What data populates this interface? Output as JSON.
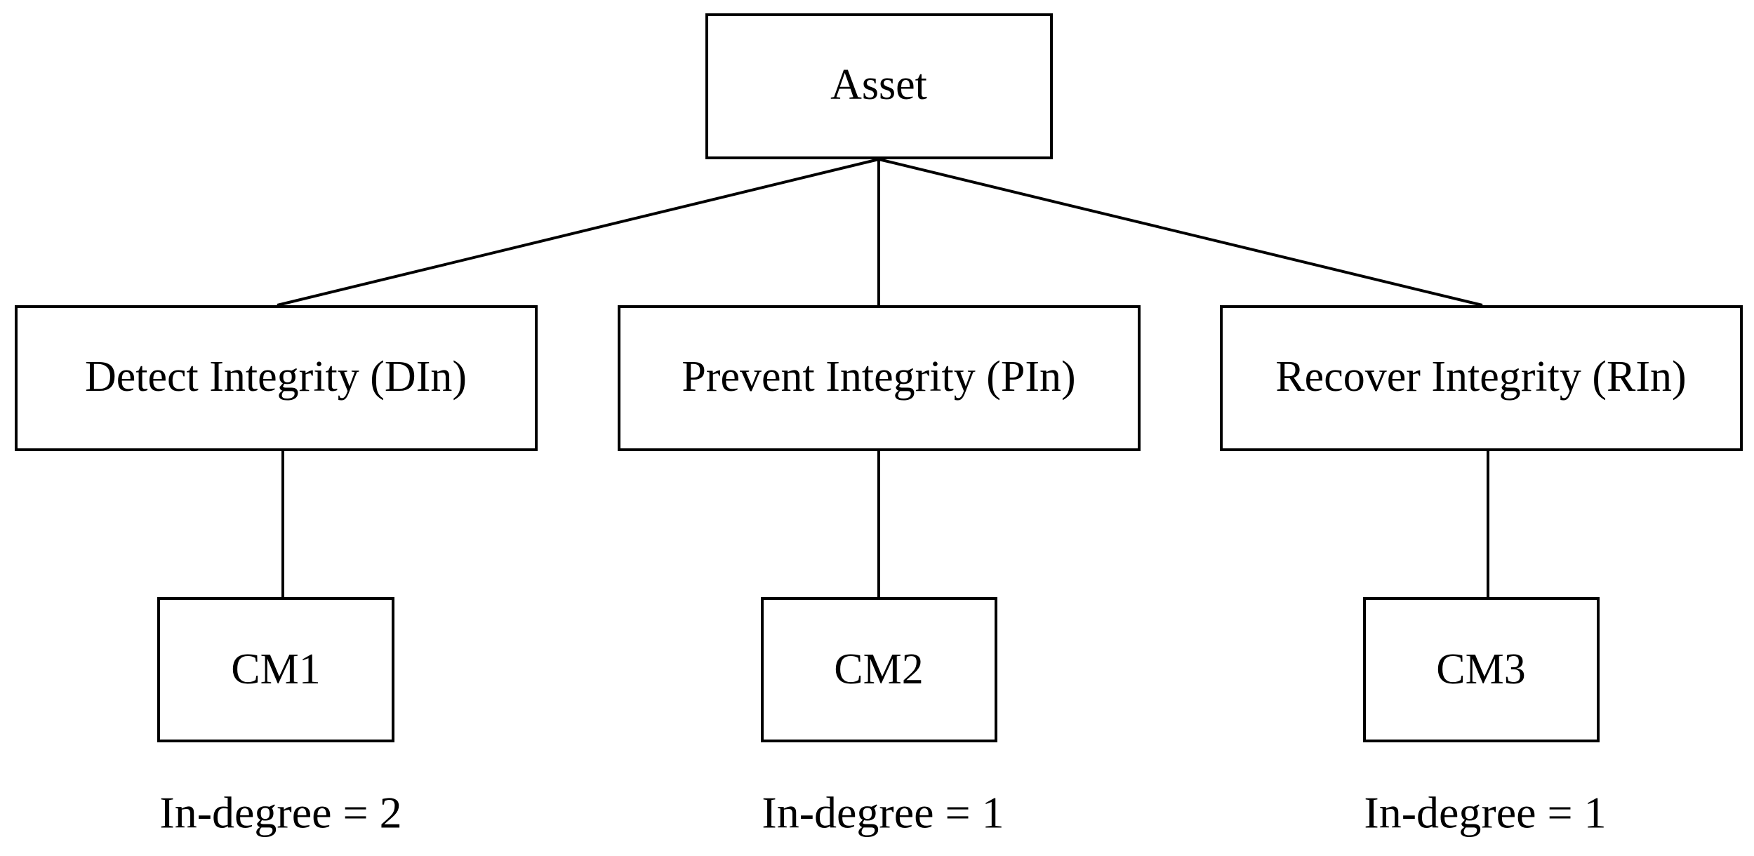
{
  "root": {
    "label": "Asset"
  },
  "functions": [
    {
      "label": "Detect Integrity (DIn)"
    },
    {
      "label": "Prevent Integrity (PIn)"
    },
    {
      "label": "Recover Integrity (RIn)"
    }
  ],
  "countermeasures": [
    {
      "label": "CM1",
      "indegree": "In-degree = 2"
    },
    {
      "label": "CM2",
      "indegree": "In-degree = 1"
    },
    {
      "label": "CM3",
      "indegree": "In-degree = 1"
    }
  ]
}
